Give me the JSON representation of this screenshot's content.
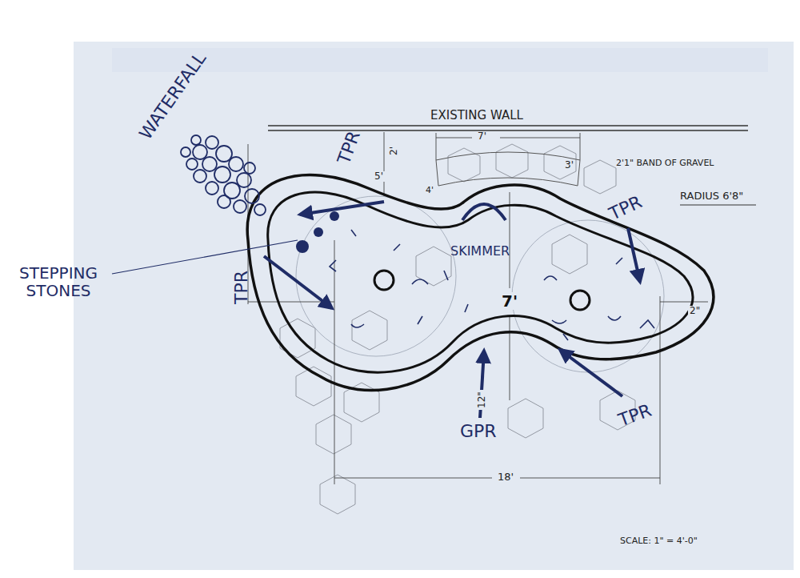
{
  "diagram": {
    "labels": [
      "EXISTING WALL",
      "7'",
      "2'",
      "5'",
      "4'",
      "3'",
      "2\"",
      "12\"",
      "18'",
      "7'",
      "2'1\" BAND OF GRAVEL",
      "RADIUS 6'8\"",
      "SCALE: 1\" = 4'-0\"",
      "WATERFALL",
      "STEPPING STONES",
      "TPR",
      "TPR",
      "TPR",
      "GPR",
      "TPR",
      "SKIMMER"
    ]
  }
}
